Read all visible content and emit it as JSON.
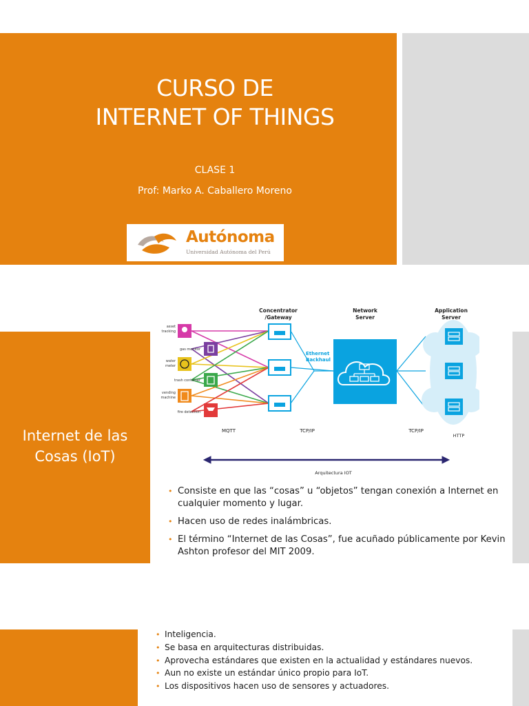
{
  "slide1": {
    "title_line1": "CURSO DE",
    "title_line2": "INTERNET OF THINGS",
    "class_label": "CLASE 1",
    "professor": "Prof: Marko A. Caballero Moreno",
    "logo": {
      "name": "Autónoma",
      "subtitle": "Universidad Autónoma del Perú"
    }
  },
  "slide2": {
    "title": [
      "Internet de las",
      "Cosas (IoT)"
    ],
    "diagram": {
      "headers": {
        "gateway": [
          "Concentrator",
          "/Gateway"
        ],
        "network": [
          "Network",
          "Server"
        ],
        "application": [
          "Application",
          "Server"
        ]
      },
      "devices": [
        {
          "label": [
            "asset",
            "tracking"
          ],
          "icon": "location-pin-icon",
          "color": "#d63aa8"
        },
        {
          "label": [
            "gas monitor"
          ],
          "icon": "gas-monitor-icon",
          "color": "#7b3fa0"
        },
        {
          "label": [
            "water",
            "meter"
          ],
          "icon": "water-meter-icon",
          "color": "#e8c21c"
        },
        {
          "label": [
            "trash container"
          ],
          "icon": "trash-icon",
          "color": "#3aa84a"
        },
        {
          "label": [
            "vending",
            "machine"
          ],
          "icon": "vending-machine-icon",
          "color": "#f08a1c"
        },
        {
          "label": [
            "fire detection"
          ],
          "icon": "fire-detector-icon",
          "color": "#e23a3a"
        }
      ],
      "link_label": [
        "Ethernet",
        "Backhaul"
      ],
      "protocols": [
        "MQTT",
        "TCP/IP",
        "TCP/IP",
        "HTTP"
      ],
      "caption": "Arquitectura IOT"
    },
    "bullets": [
      "Consiste en que las “cosas” u “objetos”  tengan conexión a Internet  en cualquier momento y lugar.",
      "Hacen uso de redes inalámbricas.",
      "El término “Internet de las Cosas”, fue acuñado públicamente por Kevin Ashton profesor del MIT 2009."
    ]
  },
  "slide3": {
    "bullets": [
      "Inteligencia.",
      "Se basa en arquitecturas distribuidas.",
      "Aprovecha estándares que existen en la actualidad y estándares nuevos.",
      "Aun no existe un estándar único propio para IoT.",
      "Los dispositivos hacen  uso de sensores y actuadores."
    ]
  },
  "colors": {
    "accent": "#e5820f",
    "panel_grey": "#dcdcdc",
    "diagram_blue": "#0aa3e0"
  }
}
